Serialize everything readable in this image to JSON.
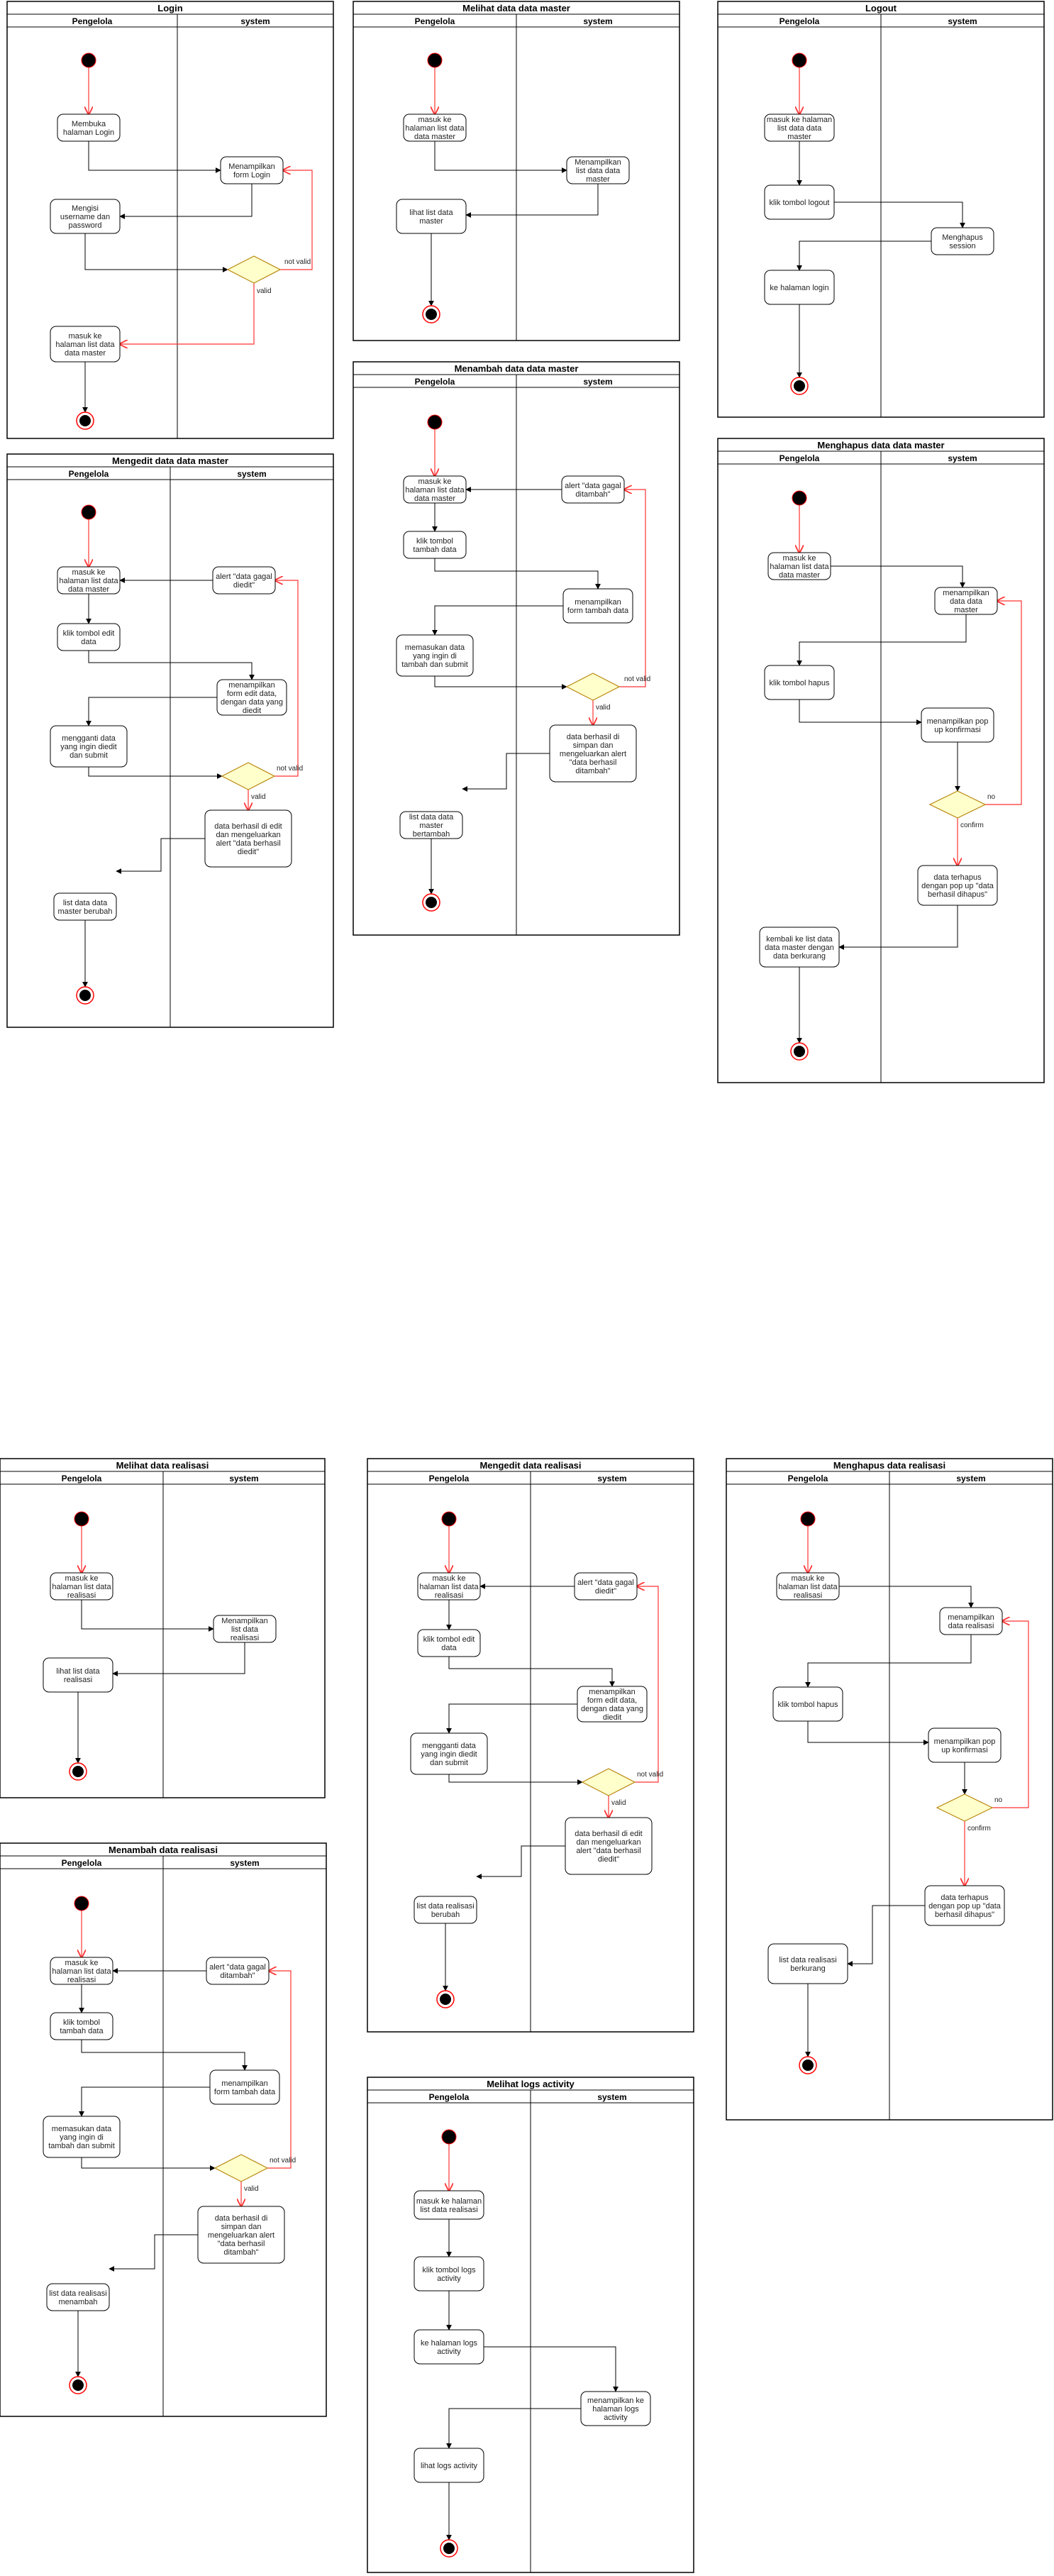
{
  "colors": {
    "decision_fill": "#ffffcc",
    "flow_red": "#ff3333",
    "start_fill": "#000000"
  },
  "diagrams": [
    {
      "id": "login",
      "title": "Login",
      "lanes": [
        "Pengelola",
        "system"
      ],
      "nodes": [
        {
          "id": "s",
          "kind": "start"
        },
        {
          "id": "a1",
          "kind": "action",
          "lines": [
            "Membuka",
            "halaman Login"
          ]
        },
        {
          "id": "a2",
          "kind": "action",
          "lines": [
            "Menampilkan",
            "form Login"
          ]
        },
        {
          "id": "a3",
          "kind": "action",
          "lines": [
            "Mengisi",
            "username dan",
            "password"
          ]
        },
        {
          "id": "d",
          "kind": "decision"
        },
        {
          "id": "a4",
          "kind": "action",
          "lines": [
            "masuk ke",
            "halaman list data",
            "data master"
          ]
        },
        {
          "id": "e",
          "kind": "end"
        }
      ],
      "labels": [
        "not valid",
        "valid"
      ]
    },
    {
      "id": "melihat-master",
      "title": "Melihat data data master",
      "lanes": [
        "Pengelola",
        "system"
      ],
      "nodes": [
        {
          "id": "s",
          "kind": "start"
        },
        {
          "id": "a1",
          "kind": "action",
          "lines": [
            "masuk ke",
            "halaman list data",
            "data master"
          ]
        },
        {
          "id": "a2",
          "kind": "action",
          "lines": [
            "Menampilkan",
            "list data data",
            "master"
          ]
        },
        {
          "id": "a3",
          "kind": "action",
          "lines": [
            "lihat list data",
            "master"
          ]
        },
        {
          "id": "e",
          "kind": "end"
        }
      ],
      "labels": []
    },
    {
      "id": "logout",
      "title": "Logout",
      "lanes": [
        "Pengelola",
        "system"
      ],
      "nodes": [
        {
          "id": "s",
          "kind": "start"
        },
        {
          "id": "a1",
          "kind": "action",
          "lines": [
            "masuk ke halaman",
            "list data data",
            "master"
          ]
        },
        {
          "id": "a2",
          "kind": "action",
          "lines": [
            "klik tombol logout"
          ]
        },
        {
          "id": "a3",
          "kind": "action",
          "lines": [
            "Menghapus",
            "session"
          ]
        },
        {
          "id": "a4",
          "kind": "action",
          "lines": [
            "ke halaman login"
          ]
        },
        {
          "id": "e",
          "kind": "end"
        }
      ],
      "labels": []
    },
    {
      "id": "menambah-master",
      "title": "Menambah data data master",
      "lanes": [
        "Pengelola",
        "system"
      ],
      "nodes": [
        {
          "id": "s",
          "kind": "start"
        },
        {
          "id": "a1",
          "kind": "action",
          "lines": [
            "masuk ke",
            "halaman list data",
            "data master"
          ]
        },
        {
          "id": "al",
          "kind": "action",
          "lines": [
            "alert \"data gagal",
            "ditambah\""
          ]
        },
        {
          "id": "a2",
          "kind": "action",
          "lines": [
            "klik tombol",
            "tambah data"
          ]
        },
        {
          "id": "a3",
          "kind": "action",
          "lines": [
            "menampilkan",
            "form tambah data"
          ]
        },
        {
          "id": "a4",
          "kind": "action",
          "lines": [
            "memasukan data",
            "yang ingin di",
            "tambah dan submit"
          ]
        },
        {
          "id": "d",
          "kind": "decision"
        },
        {
          "id": "a5",
          "kind": "action",
          "lines": [
            "data berhasil di",
            "simpan dan",
            "mengeluarkan alert",
            "\"data berhasil",
            "ditambah\""
          ]
        },
        {
          "id": "a6",
          "kind": "action",
          "lines": [
            "list data data",
            "master",
            "bertambah"
          ]
        },
        {
          "id": "e",
          "kind": "end"
        }
      ],
      "labels": [
        "not valid",
        "valid"
      ]
    },
    {
      "id": "mengedit-master",
      "title": "Mengedit data data master",
      "lanes": [
        "Pengelola",
        "system"
      ],
      "nodes": [
        {
          "id": "s",
          "kind": "start"
        },
        {
          "id": "a1",
          "kind": "action",
          "lines": [
            "masuk ke",
            "halaman list data",
            "data master"
          ]
        },
        {
          "id": "al",
          "kind": "action",
          "lines": [
            "alert \"data gagal",
            "diedit\""
          ]
        },
        {
          "id": "a2",
          "kind": "action",
          "lines": [
            "klik tombol edit",
            "data"
          ]
        },
        {
          "id": "a3",
          "kind": "action",
          "lines": [
            "menampilkan",
            "form edit data,",
            "dengan data yang",
            "diedit"
          ]
        },
        {
          "id": "a4",
          "kind": "action",
          "lines": [
            "mengganti data",
            "yang ingin diedit",
            "dan submit"
          ]
        },
        {
          "id": "d",
          "kind": "decision"
        },
        {
          "id": "a5",
          "kind": "action",
          "lines": [
            "data berhasil di edit",
            "dan mengeluarkan",
            "alert \"data berhasil",
            "diedit\""
          ]
        },
        {
          "id": "a6",
          "kind": "action",
          "lines": [
            "list data data",
            "master berubah"
          ]
        },
        {
          "id": "e",
          "kind": "end"
        }
      ],
      "labels": [
        "not valid",
        "valid"
      ]
    },
    {
      "id": "menghapus-master",
      "title": "Menghapus data data master",
      "lanes": [
        "Pengelola",
        "system"
      ],
      "nodes": [
        {
          "id": "s",
          "kind": "start"
        },
        {
          "id": "a1",
          "kind": "action",
          "lines": [
            "masuk ke",
            "halaman list data",
            "data master"
          ]
        },
        {
          "id": "a2",
          "kind": "action",
          "lines": [
            "menampilkan",
            "data data",
            "master"
          ]
        },
        {
          "id": "a3",
          "kind": "action",
          "lines": [
            "klik tombol hapus"
          ]
        },
        {
          "id": "a4",
          "kind": "action",
          "lines": [
            "menampilkan pop",
            "up konfirmasi"
          ]
        },
        {
          "id": "d",
          "kind": "decision"
        },
        {
          "id": "a5",
          "kind": "action",
          "lines": [
            "data terhapus",
            "dengan pop up \"data",
            "berhasil dihapus\""
          ]
        },
        {
          "id": "a6",
          "kind": "action",
          "lines": [
            "kembali ke list data",
            "data master dengan",
            "data berkurang"
          ]
        },
        {
          "id": "e",
          "kind": "end"
        }
      ],
      "labels": [
        "no",
        "confirm"
      ]
    },
    {
      "id": "melihat-realisasi",
      "title": "Melihat data realisasi",
      "lanes": [
        "Pengelola",
        "system"
      ],
      "nodes": [
        {
          "id": "s",
          "kind": "start"
        },
        {
          "id": "a1",
          "kind": "action",
          "lines": [
            "masuk ke",
            "halaman list data",
            "realisasi"
          ]
        },
        {
          "id": "a2",
          "kind": "action",
          "lines": [
            "Menampilkan",
            "list data",
            "realisasi"
          ]
        },
        {
          "id": "a3",
          "kind": "action",
          "lines": [
            "lihat list data",
            "realisasi"
          ]
        },
        {
          "id": "e",
          "kind": "end"
        }
      ],
      "labels": []
    },
    {
      "id": "mengedit-realisasi",
      "title": "Mengedit data realisasi",
      "lanes": [
        "Pengelola",
        "system"
      ],
      "nodes": [
        {
          "id": "s",
          "kind": "start"
        },
        {
          "id": "a1",
          "kind": "action",
          "lines": [
            "masuk ke",
            "halaman list data",
            "realisasi"
          ]
        },
        {
          "id": "al",
          "kind": "action",
          "lines": [
            "alert \"data gagal",
            "diedit\""
          ]
        },
        {
          "id": "a2",
          "kind": "action",
          "lines": [
            "klik tombol edit",
            "data"
          ]
        },
        {
          "id": "a3",
          "kind": "action",
          "lines": [
            "menampilkan",
            "form edit data,",
            "dengan data yang",
            "diedit"
          ]
        },
        {
          "id": "a4",
          "kind": "action",
          "lines": [
            "mengganti data",
            "yang ingin diedit",
            "dan submit"
          ]
        },
        {
          "id": "d",
          "kind": "decision"
        },
        {
          "id": "a5",
          "kind": "action",
          "lines": [
            "data berhasil di edit",
            "dan mengeluarkan",
            "alert \"data berhasil",
            "diedit\""
          ]
        },
        {
          "id": "a6",
          "kind": "action",
          "lines": [
            "list data realisasi",
            "berubah"
          ]
        },
        {
          "id": "e",
          "kind": "end"
        }
      ],
      "labels": [
        "not valid",
        "valid"
      ]
    },
    {
      "id": "menghapus-realisasi",
      "title": "Menghapus data realisasi",
      "lanes": [
        "Pengelola",
        "system"
      ],
      "nodes": [
        {
          "id": "s",
          "kind": "start"
        },
        {
          "id": "a1",
          "kind": "action",
          "lines": [
            "masuk ke",
            "halaman list data",
            "realisasi"
          ]
        },
        {
          "id": "a2",
          "kind": "action",
          "lines": [
            "menampilkan",
            "data realisasi"
          ]
        },
        {
          "id": "a3",
          "kind": "action",
          "lines": [
            "klik tombol hapus"
          ]
        },
        {
          "id": "a4",
          "kind": "action",
          "lines": [
            "menampilkan pop",
            "up konfirmasi"
          ]
        },
        {
          "id": "d",
          "kind": "decision"
        },
        {
          "id": "a5",
          "kind": "action",
          "lines": [
            "data terhapus",
            "dengan pop up \"data",
            "berhasil dihapus\""
          ]
        },
        {
          "id": "a6",
          "kind": "action",
          "lines": [
            "list data  realisasi",
            "berkurang"
          ]
        },
        {
          "id": "e",
          "kind": "end"
        }
      ],
      "labels": [
        "no",
        "confirm"
      ]
    },
    {
      "id": "menambah-realisasi",
      "title": "Menambah data realisasi",
      "lanes": [
        "Pengelola",
        "system"
      ],
      "nodes": [
        {
          "id": "s",
          "kind": "start"
        },
        {
          "id": "a1",
          "kind": "action",
          "lines": [
            "masuk ke",
            "halaman list data",
            "realisasi"
          ]
        },
        {
          "id": "al",
          "kind": "action",
          "lines": [
            "alert \"data gagal",
            "ditambah\""
          ]
        },
        {
          "id": "a2",
          "kind": "action",
          "lines": [
            "klik tombol",
            "tambah data"
          ]
        },
        {
          "id": "a3",
          "kind": "action",
          "lines": [
            "menampilkan",
            "form tambah data"
          ]
        },
        {
          "id": "a4",
          "kind": "action",
          "lines": [
            "memasukan data",
            "yang ingin di",
            "tambah dan submit"
          ]
        },
        {
          "id": "d",
          "kind": "decision"
        },
        {
          "id": "a5",
          "kind": "action",
          "lines": [
            "data berhasil di",
            "simpan dan",
            "mengeluarkan alert",
            "\"data berhasil",
            "ditambah\""
          ]
        },
        {
          "id": "a6",
          "kind": "action",
          "lines": [
            "list data realisasi",
            "menambah"
          ]
        },
        {
          "id": "e",
          "kind": "end"
        }
      ],
      "labels": [
        "not valid",
        "valid"
      ]
    },
    {
      "id": "melihat-logs",
      "title": "Melihat logs activity",
      "lanes": [
        "Pengelola",
        "system"
      ],
      "nodes": [
        {
          "id": "s",
          "kind": "start"
        },
        {
          "id": "a1",
          "kind": "action",
          "lines": [
            "masuk ke halaman",
            "list data realisasi"
          ]
        },
        {
          "id": "a2",
          "kind": "action",
          "lines": [
            "klik tombol logs",
            "activity"
          ]
        },
        {
          "id": "a3",
          "kind": "action",
          "lines": [
            "ke halaman logs",
            "activity"
          ]
        },
        {
          "id": "a4",
          "kind": "action",
          "lines": [
            "menampilkan ke",
            "halaman logs",
            "activity"
          ]
        },
        {
          "id": "a5",
          "kind": "action",
          "lines": [
            "lihat logs activity"
          ]
        },
        {
          "id": "e",
          "kind": "end"
        }
      ],
      "labels": []
    }
  ]
}
